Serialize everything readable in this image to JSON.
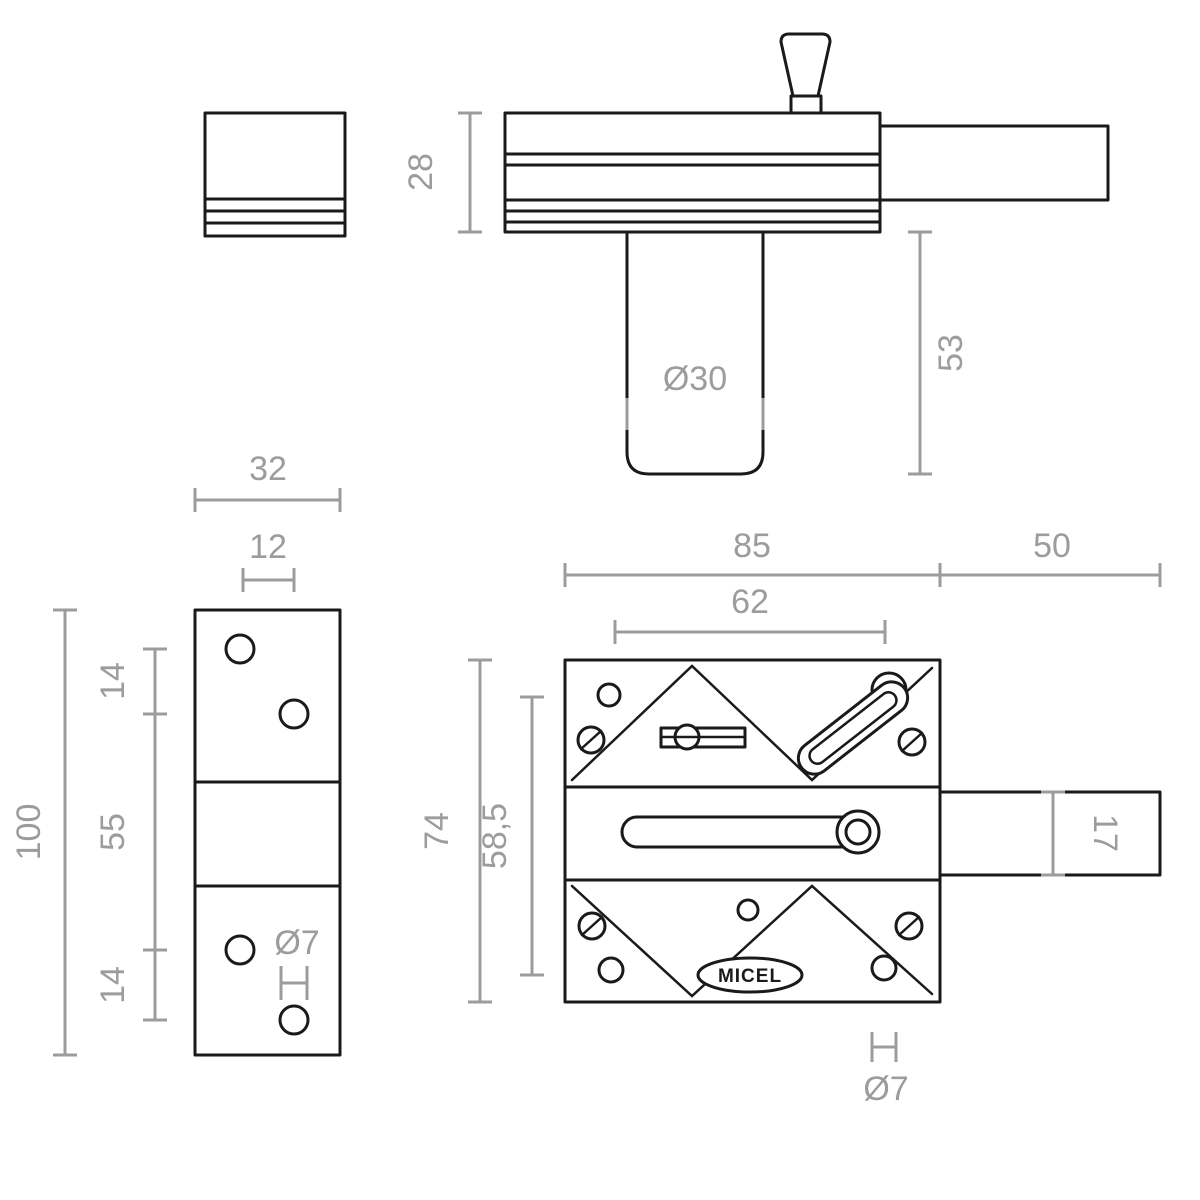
{
  "drawing": {
    "brand_label": "MICEL",
    "dimensions": {
      "side_height": "28",
      "cylinder_diameter": "Ø30",
      "cylinder_length": "53",
      "plate_width": "32",
      "plate_slot_width": "12",
      "plate_hole_top_offset": "14",
      "plate_hole_spacing": "55",
      "plate_hole_bottom_offset": "14",
      "plate_height": "100",
      "plate_hole_diameter": "Ø7",
      "body_width": "85",
      "bolt_length": "50",
      "slot_length": "62",
      "body_height": "74",
      "slot_center_offset": "58,5",
      "bolt_height": "17",
      "body_hole_diameter": "Ø7"
    }
  }
}
